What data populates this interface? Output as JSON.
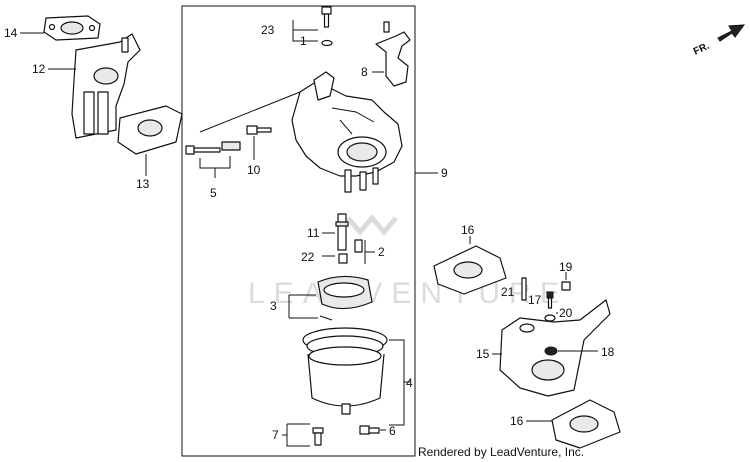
{
  "watermark": "LEADVENTURE",
  "credit": "Rendered by LeadVenture, Inc.",
  "direction_label": "FR.",
  "callouts": {
    "c1": "1",
    "c2": "2",
    "c3": "3",
    "c4": "4",
    "c5": "5",
    "c6": "6",
    "c7": "7",
    "c8": "8",
    "c9": "9",
    "c10": "10",
    "c11": "11",
    "c12": "12",
    "c13": "13",
    "c14": "14",
    "c15": "15",
    "c16a": "16",
    "c16b": "16",
    "c17": "17",
    "c18": "18",
    "c19": "19",
    "c20": "20",
    "c21": "21",
    "c22": "22",
    "c23": "23"
  }
}
